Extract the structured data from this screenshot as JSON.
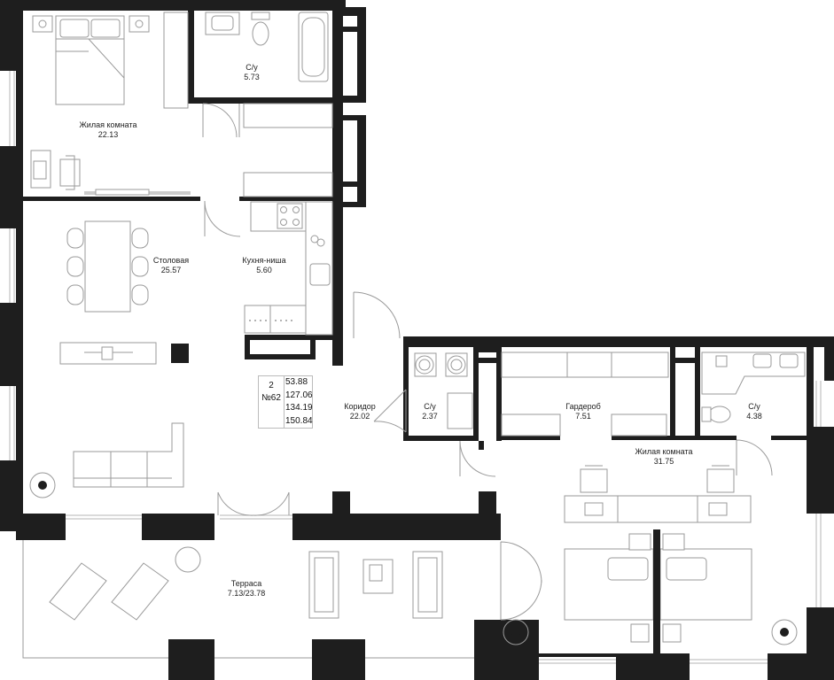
{
  "apartment": {
    "rooms_count": "2",
    "number": "№62",
    "areas": [
      "53.88",
      "127.06",
      "134.19",
      "150.84"
    ]
  },
  "rooms": [
    {
      "name": "Жилая комната",
      "area": "22.13"
    },
    {
      "name": "С/у",
      "area": "5.73"
    },
    {
      "name": "Столовая",
      "area": "25.57"
    },
    {
      "name": "Кухня-ниша",
      "area": "5.60"
    },
    {
      "name": "Коридор",
      "area": "22.02"
    },
    {
      "name": "С/у",
      "area": "2.37"
    },
    {
      "name": "Гардероб",
      "area": "7.51"
    },
    {
      "name": "С/у",
      "area": "4.38"
    },
    {
      "name": "Жилая комната",
      "area": "31.75"
    },
    {
      "name": "Терраса",
      "area": "7.13/23.78"
    }
  ],
  "colors": {
    "wall": "#1e1e1e",
    "furniture_stroke": "#9a9a9a",
    "furniture_fill": "#ffffff",
    "window": "#b5b5b5"
  }
}
